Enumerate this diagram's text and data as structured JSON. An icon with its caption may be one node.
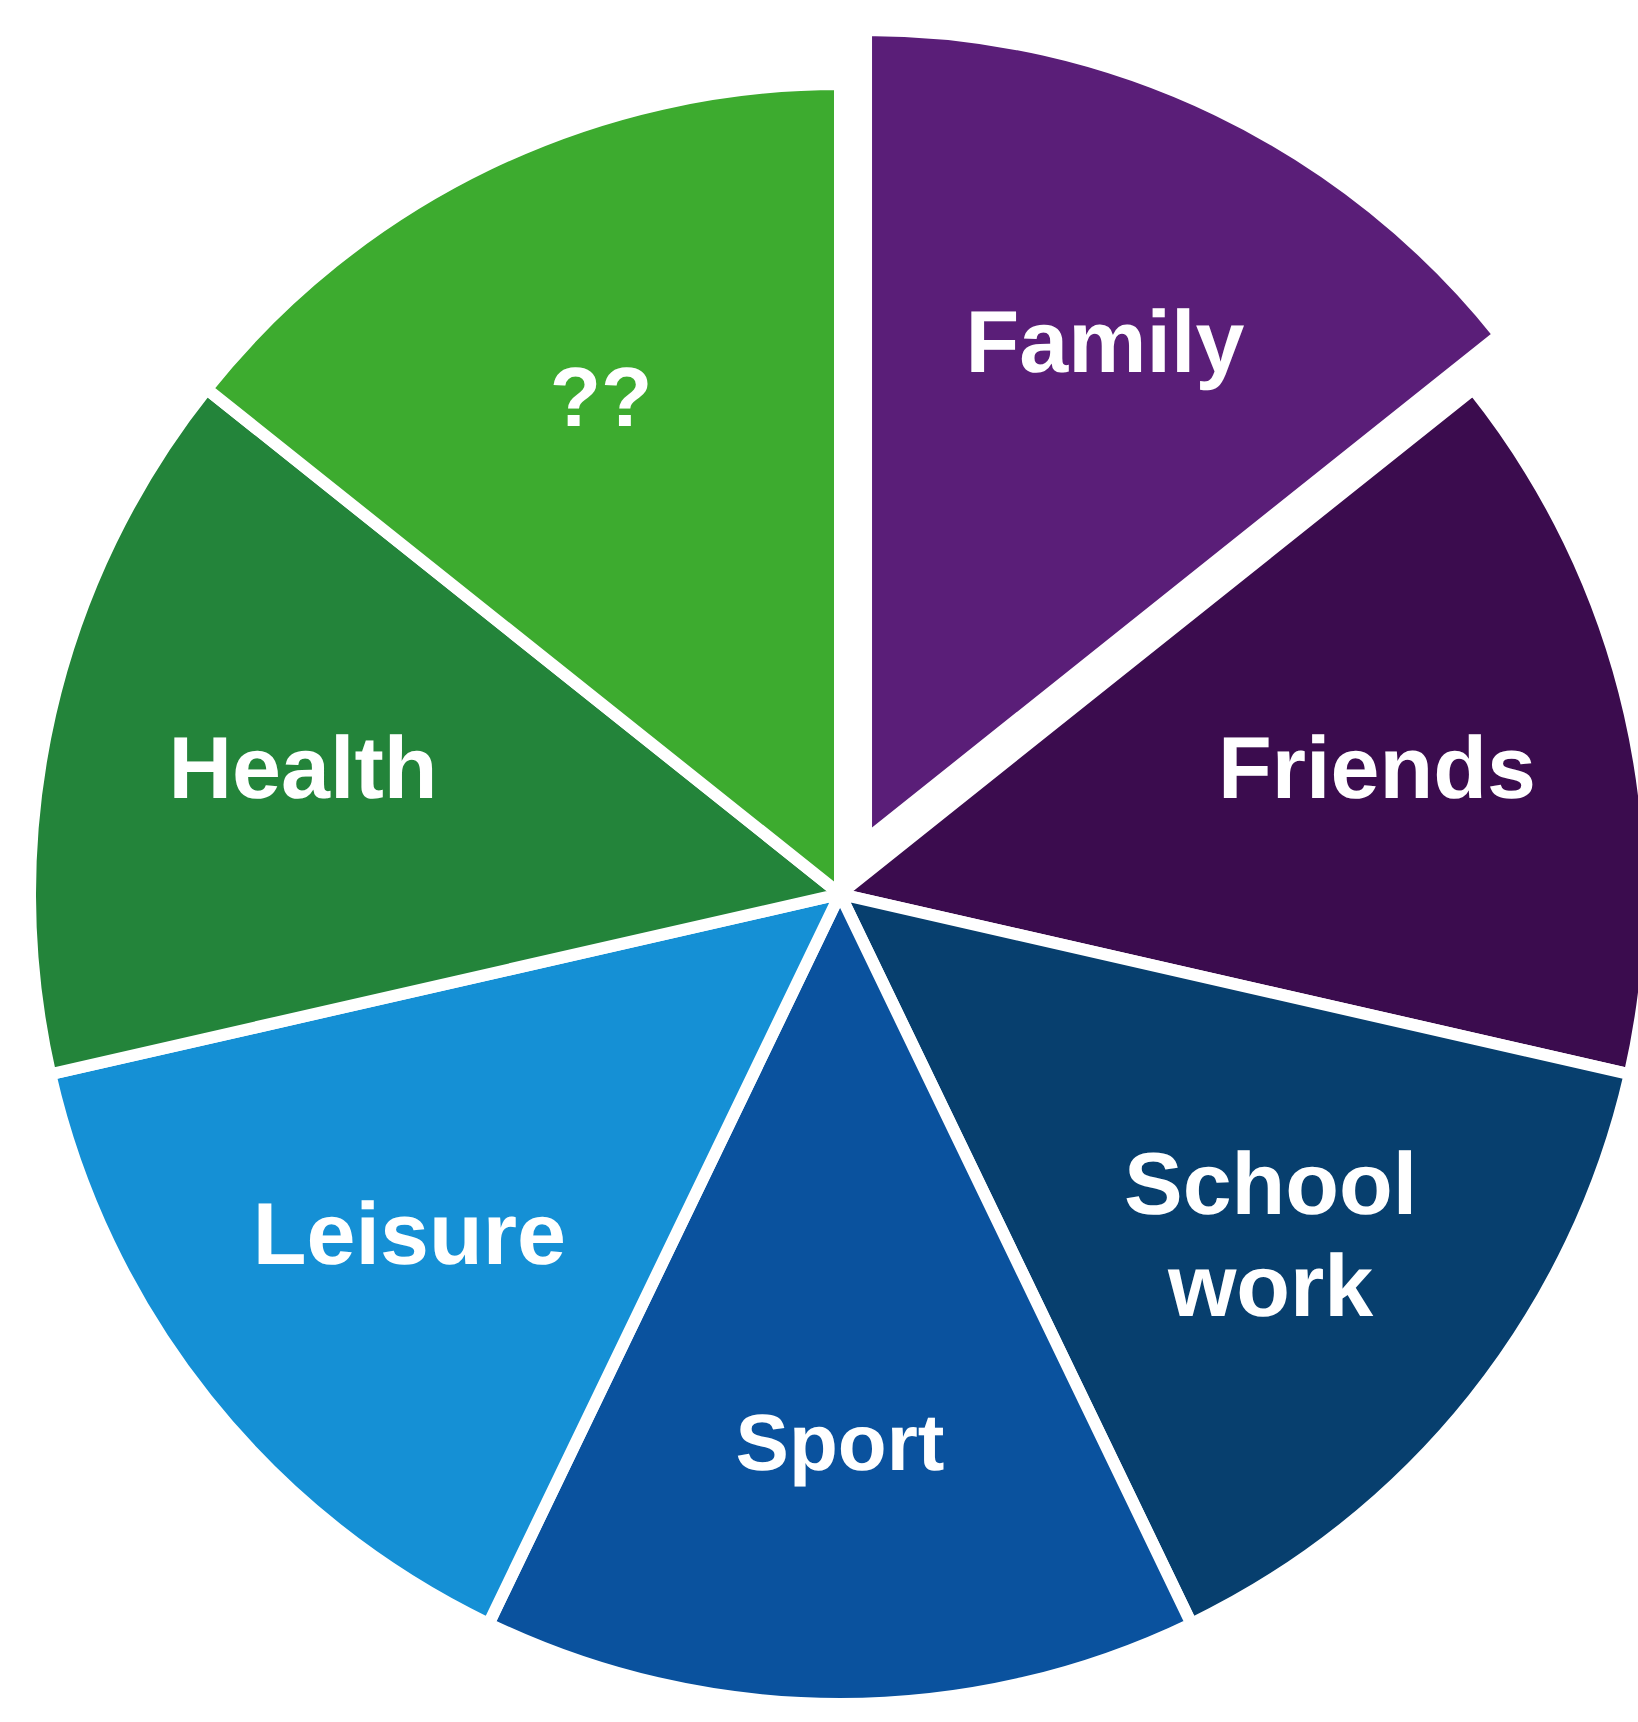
{
  "diagram": {
    "nodes": [
      {
        "text": [
          "Family"
        ]
      },
      {
        "text": [
          "Friends"
        ]
      },
      {
        "text": [
          "School work"
        ]
      },
      {
        "text": [
          "Sport"
        ]
      },
      {
        "text": [
          "Leisure"
        ]
      },
      {
        "text": [
          "Health"
        ]
      },
      {
        "text": [
          "??"
        ]
      }
    ]
  }
}
